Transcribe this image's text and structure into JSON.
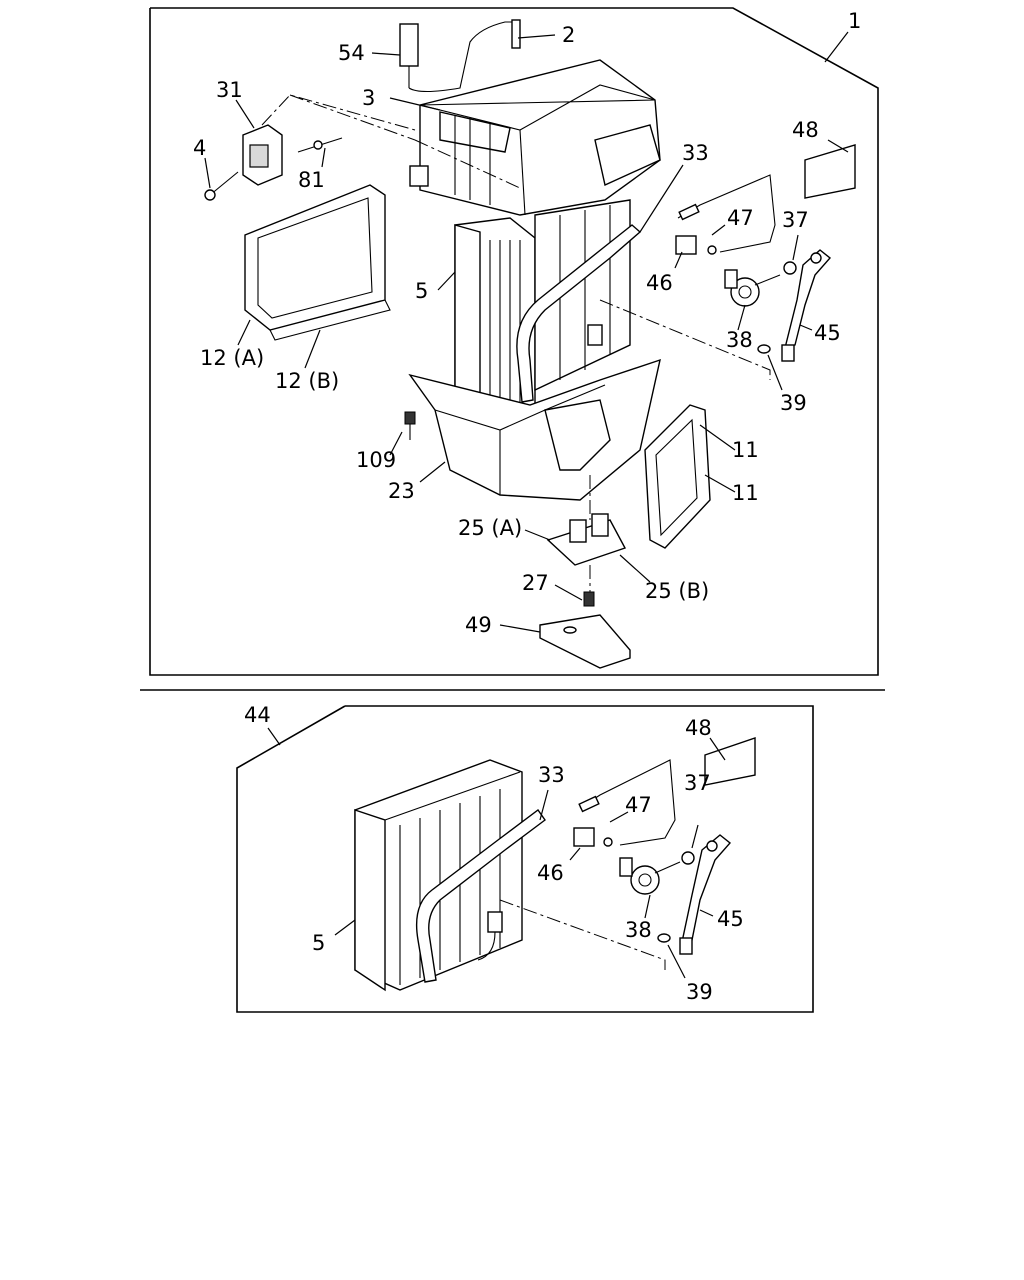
{
  "upper_assembly": {
    "callouts": [
      "1",
      "2",
      "54",
      "3",
      "31",
      "4",
      "81",
      "33",
      "48",
      "47",
      "37",
      "46",
      "5",
      "38",
      "45",
      "12 (A)",
      "12 (B)",
      "39",
      "11",
      "11",
      "109",
      "23",
      "25 (A)",
      "27",
      "25 (B)",
      "49"
    ]
  },
  "lower_assembly": {
    "callouts": [
      "44",
      "48",
      "33",
      "47",
      "37",
      "46",
      "5",
      "38",
      "45",
      "39"
    ]
  }
}
